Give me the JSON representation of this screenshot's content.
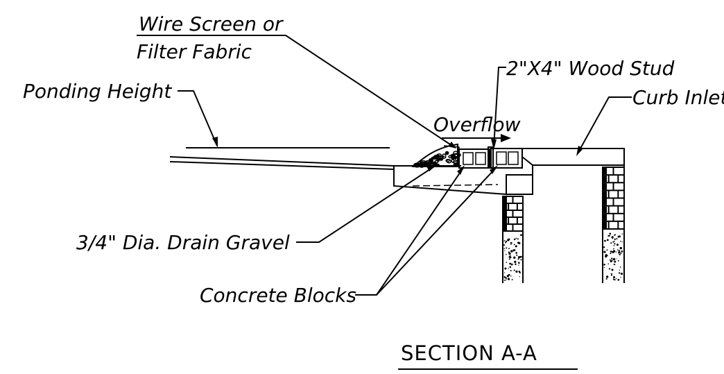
{
  "labels": {
    "wire_screen_line1": "Wire Screen or",
    "wire_screen_line2": "Filter Fabric",
    "wood_stud": "2\"X4\" Wood Stud",
    "ponding_height": "Ponding Height",
    "curb_inlet": "Curb Inlet",
    "overflow": "Overflow",
    "drain_gravel": "3/4\" Dia. Drain Gravel",
    "concrete_blocks": "Concrete Blocks",
    "section_title": "SECTION A-A"
  },
  "colors": {
    "ink": "#000000",
    "paper": "#ffffff"
  }
}
